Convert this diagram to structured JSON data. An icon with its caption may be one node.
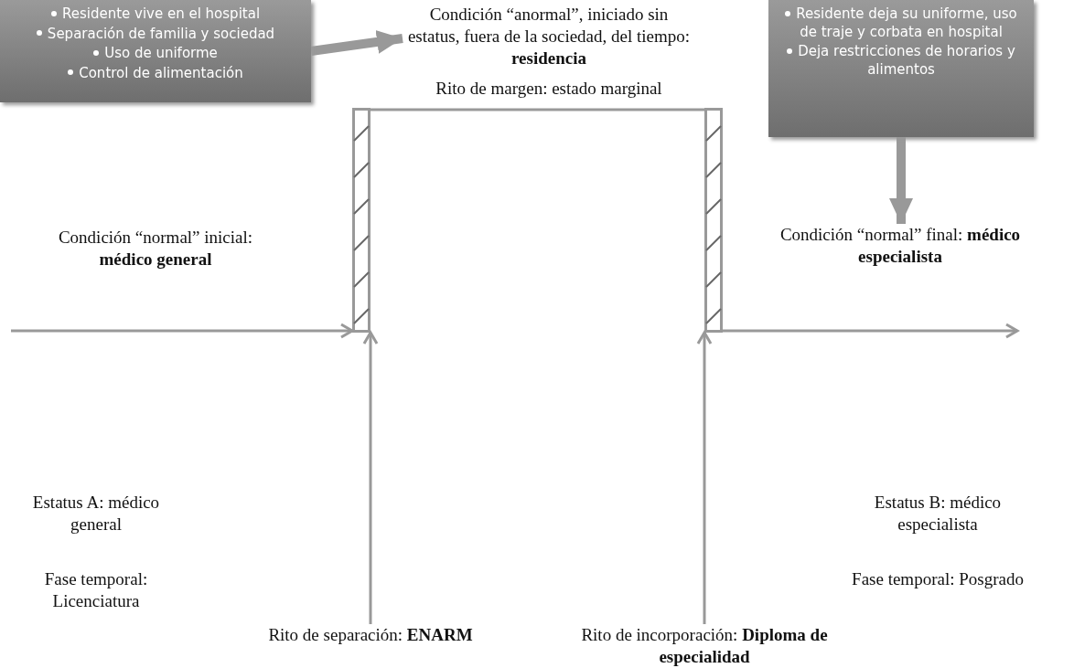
{
  "diagram": {
    "nodes": [
      {
        "text": [
          "Residente vive en el hospital",
          "Separación de familia y sociedad",
          "Uso de uniforme",
          "Control de alimentación"
        ]
      },
      {
        "text": [
          "Condición “anormal”, iniciado sin estatus, fuera de la sociedad, del tiempo: **residencia**",
          "Rito de margen: estado marginal"
        ]
      },
      {
        "text": [
          "Residente deja su uniforme, uso de traje y corbata en hospital",
          "Deja restricciones de horarios y alimentos"
        ]
      },
      {
        "text": [
          "Condición “normal” final: **médico especialista**"
        ]
      },
      {
        "text": [],
        "shape": "bar"
      },
      {
        "text": [],
        "shape": "bar"
      },
      {
        "text": [
          "Rito de separación: **ENARM**"
        ]
      },
      {
        "text": [
          "Rito de incorporación: **Diploma de especialidad**"
        ]
      }
    ],
    "edges": [
      {
        "from": 0,
        "to": 1,
        "arrow": "to",
        "style": "thick"
      },
      {
        "from": 2,
        "to": 3,
        "arrow": "to",
        "style": "thick"
      },
      {
        "from": null,
        "to": 4,
        "arrow": "to"
      },
      {
        "from": 4,
        "to": 5,
        "arrow": "none"
      },
      {
        "from": 5,
        "to": null,
        "arrow": "to"
      },
      {
        "from": 6,
        "to": 4,
        "arrow": "to"
      },
      {
        "from": 7,
        "to": 5,
        "arrow": "to"
      }
    ],
    "labels": [
      "Condición “normal” inicial: **médico general**",
      "Estatus A: médico general",
      "Fase temporal: Licenciatura",
      "Estatus B: médico especialista",
      "Fase temporal: Posgrado"
    ]
  }
}
